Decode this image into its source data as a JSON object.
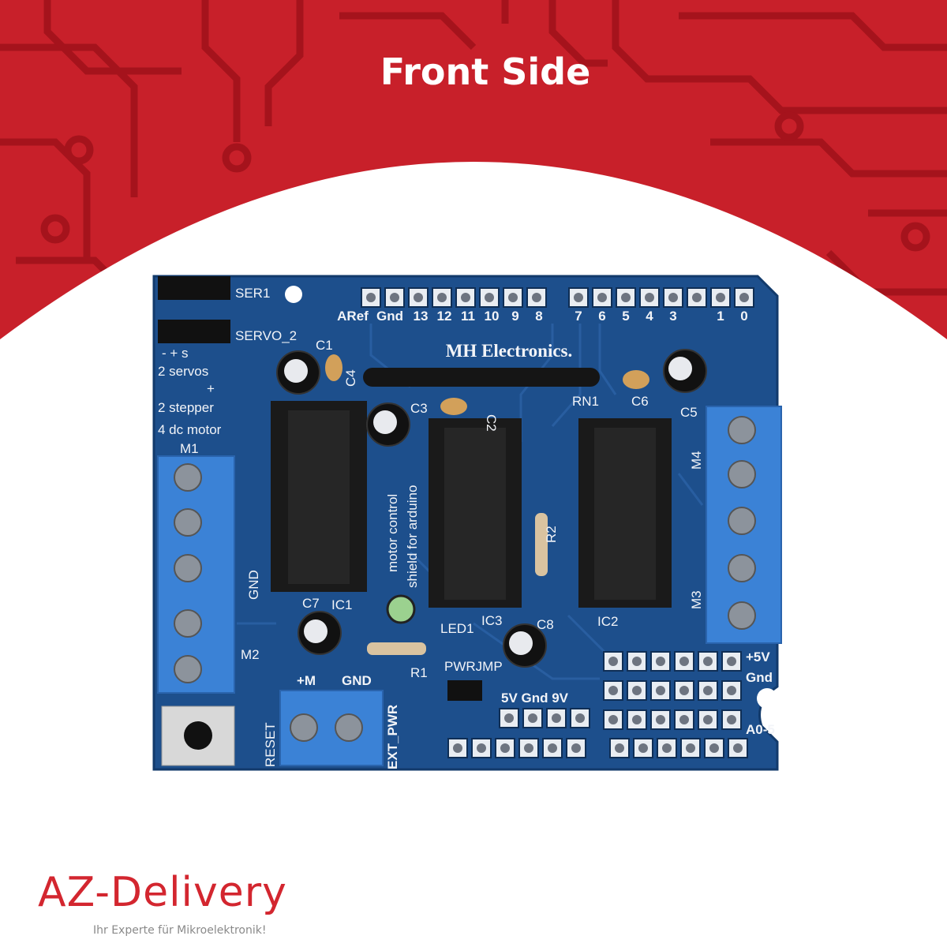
{
  "header": {
    "title": "Front Side"
  },
  "colors": {
    "background_red": "#c8202a",
    "trace_red": "#a5131c",
    "board_blue": "#1d4f8c",
    "terminal_blue": "#3b82d6",
    "logo_red": "#d3262f"
  },
  "board": {
    "brand": "MH Electronics.",
    "labels": {
      "ser1": "SER1",
      "servo2": "SERVO_2",
      "servo_pins": "-  +  s",
      "servos_line": "2   servos",
      "plus_line": "+",
      "stepper_line": "2   stepper",
      "dc_line": "4   dc motor",
      "m1": "M1",
      "m2": "M2",
      "m3": "M3",
      "m4": "M4",
      "gnd_left": "GND",
      "c1": "C1",
      "c2": "C2",
      "c3": "C3",
      "c4": "C4",
      "c5": "C5",
      "c6": "C6",
      "c7": "C7",
      "c8": "C8",
      "rn1": "RN1",
      "ic1": "IC1",
      "ic2": "IC2",
      "ic3": "IC3",
      "r1": "R1",
      "r2": "R2",
      "led1": "LED1",
      "motor_control": "motor control",
      "shield_for_arduino": "shield for arduino",
      "plus_m": "+M",
      "gnd_pwr": "GND",
      "reset": "RESET",
      "ext_pwr": "EXT_PWR",
      "pwrjmp": "PWRJMP",
      "jmp_opts": "5V Gnd 9V",
      "plus5v": "+5V",
      "gnd_right": "Gnd",
      "a0_5": "A0-5"
    },
    "digital_pins": [
      "ARef",
      "Gnd",
      "13",
      "12",
      "11",
      "10",
      "9",
      "8",
      "7",
      "6",
      "5",
      "4",
      "3",
      "1",
      "0"
    ]
  },
  "logo": {
    "name": "AZ-Delivery",
    "tagline": "Ihr Experte für Mikroelektronik!"
  }
}
